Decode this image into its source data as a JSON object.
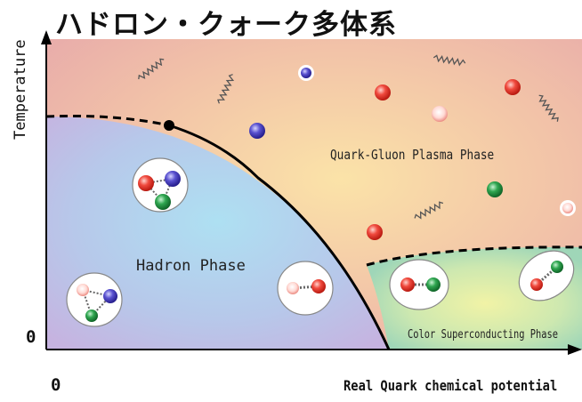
{
  "title": "ハドロン・クォーク多体系",
  "axes": {
    "y_label": "Temperature",
    "x_label": "Real Quark chemical potential",
    "y_origin": "0",
    "x_origin": "0"
  },
  "phases": {
    "hadron": "Hadron Phase",
    "qgp": "Quark-Gluon Plasma Phase",
    "csc": "Color Superconducting Phase"
  },
  "colors": {
    "quark_red": "#e0281e",
    "quark_blue": "#3a34b8",
    "quark_green": "#1e8a3a",
    "qgp_region": "#f2c9b0",
    "hadron_region": "#b6d6ef",
    "csc_region": "#cfe8b8",
    "boundary_line": "#000000"
  }
}
